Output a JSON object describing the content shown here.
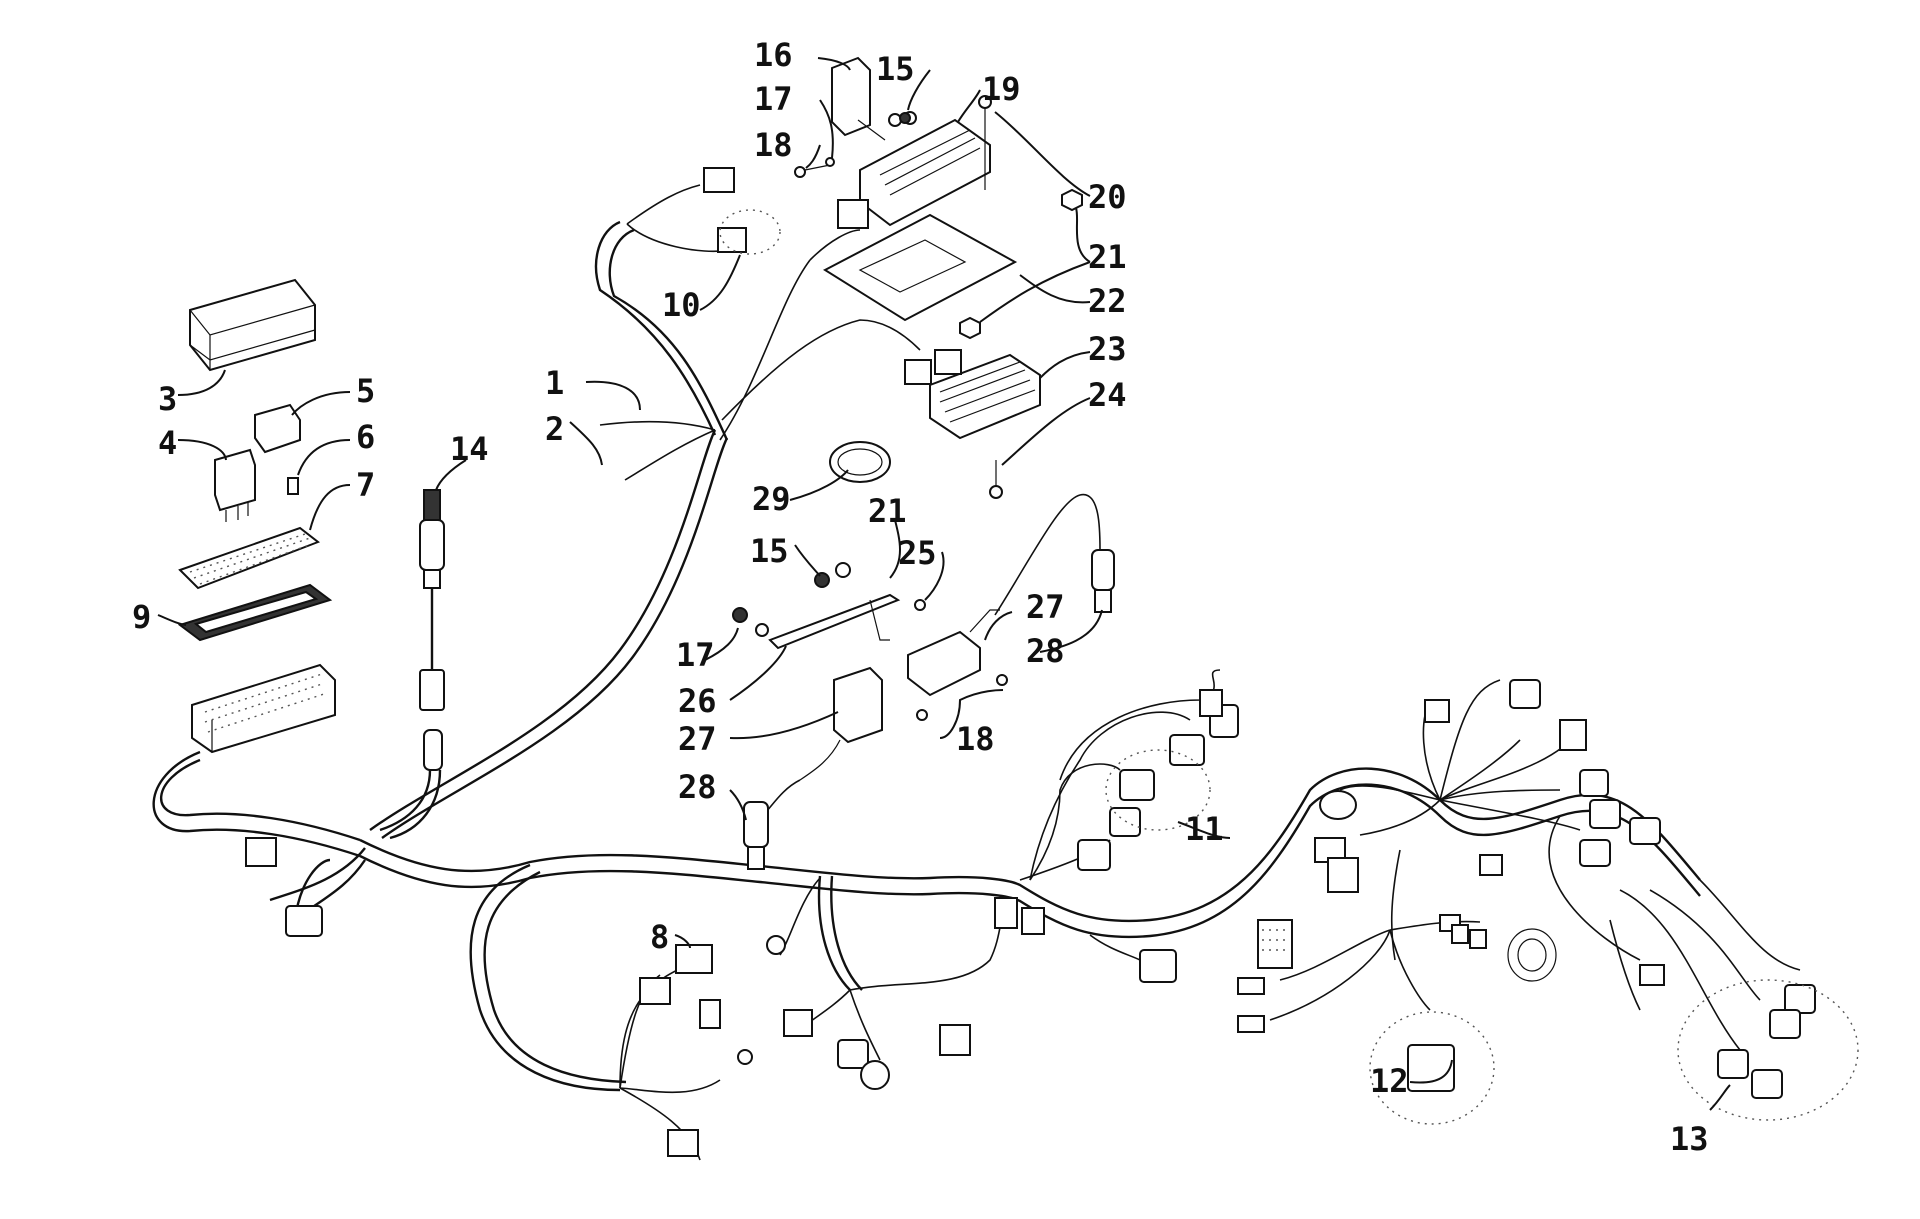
{
  "callouts": [
    {
      "id": "1",
      "label": "1"
    },
    {
      "id": "2",
      "label": "2"
    },
    {
      "id": "3",
      "label": "3"
    },
    {
      "id": "4",
      "label": "4"
    },
    {
      "id": "5",
      "label": "5"
    },
    {
      "id": "6",
      "label": "6"
    },
    {
      "id": "7",
      "label": "7"
    },
    {
      "id": "8",
      "label": "8"
    },
    {
      "id": "9",
      "label": "9"
    },
    {
      "id": "10",
      "label": "10"
    },
    {
      "id": "11",
      "label": "11"
    },
    {
      "id": "12",
      "label": "12"
    },
    {
      "id": "13",
      "label": "13"
    },
    {
      "id": "14",
      "label": "14"
    },
    {
      "id": "15a",
      "label": "15"
    },
    {
      "id": "15b",
      "label": "15"
    },
    {
      "id": "16",
      "label": "16"
    },
    {
      "id": "17a",
      "label": "17"
    },
    {
      "id": "17b",
      "label": "17"
    },
    {
      "id": "18a",
      "label": "18"
    },
    {
      "id": "18b",
      "label": "18"
    },
    {
      "id": "19",
      "label": "19"
    },
    {
      "id": "20",
      "label": "20"
    },
    {
      "id": "21a",
      "label": "21"
    },
    {
      "id": "21b",
      "label": "21"
    },
    {
      "id": "22",
      "label": "22"
    },
    {
      "id": "23",
      "label": "23"
    },
    {
      "id": "24",
      "label": "24"
    },
    {
      "id": "25",
      "label": "25"
    },
    {
      "id": "26",
      "label": "26"
    },
    {
      "id": "27a",
      "label": "27"
    },
    {
      "id": "27b",
      "label": "27"
    },
    {
      "id": "28a",
      "label": "28"
    },
    {
      "id": "28b",
      "label": "28"
    },
    {
      "id": "29",
      "label": "29"
    }
  ]
}
